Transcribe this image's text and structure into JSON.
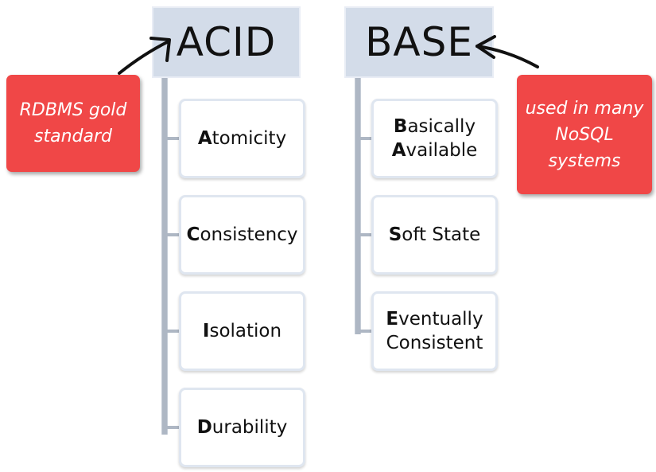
{
  "acid": {
    "title": "ACID",
    "items": [
      {
        "initial": "A",
        "rest": "tomicity"
      },
      {
        "initial": "C",
        "rest": "onsistency"
      },
      {
        "initial": "I",
        "rest": "solation"
      },
      {
        "initial": "D",
        "rest": "urability"
      }
    ]
  },
  "base": {
    "title": "BASE",
    "items": [
      {
        "line1_initial": "B",
        "line1_rest": "asically",
        "line2_initial": "A",
        "line2_rest": "vailable"
      },
      {
        "line1_initial": "S",
        "line1_rest": "oft State"
      },
      {
        "line1_initial": "E",
        "line1_rest": "ventually",
        "line2_rest": "Consistent"
      }
    ]
  },
  "notes": {
    "left_line1": "RDBMS gold",
    "left_line2": "standard",
    "right_line1": "used in many",
    "right_line2": "NoSQL",
    "right_line3": "systems"
  },
  "colors": {
    "header_bg": "#d3dce9",
    "note_bg": "#f04747",
    "connector": "#aeb7c4"
  }
}
